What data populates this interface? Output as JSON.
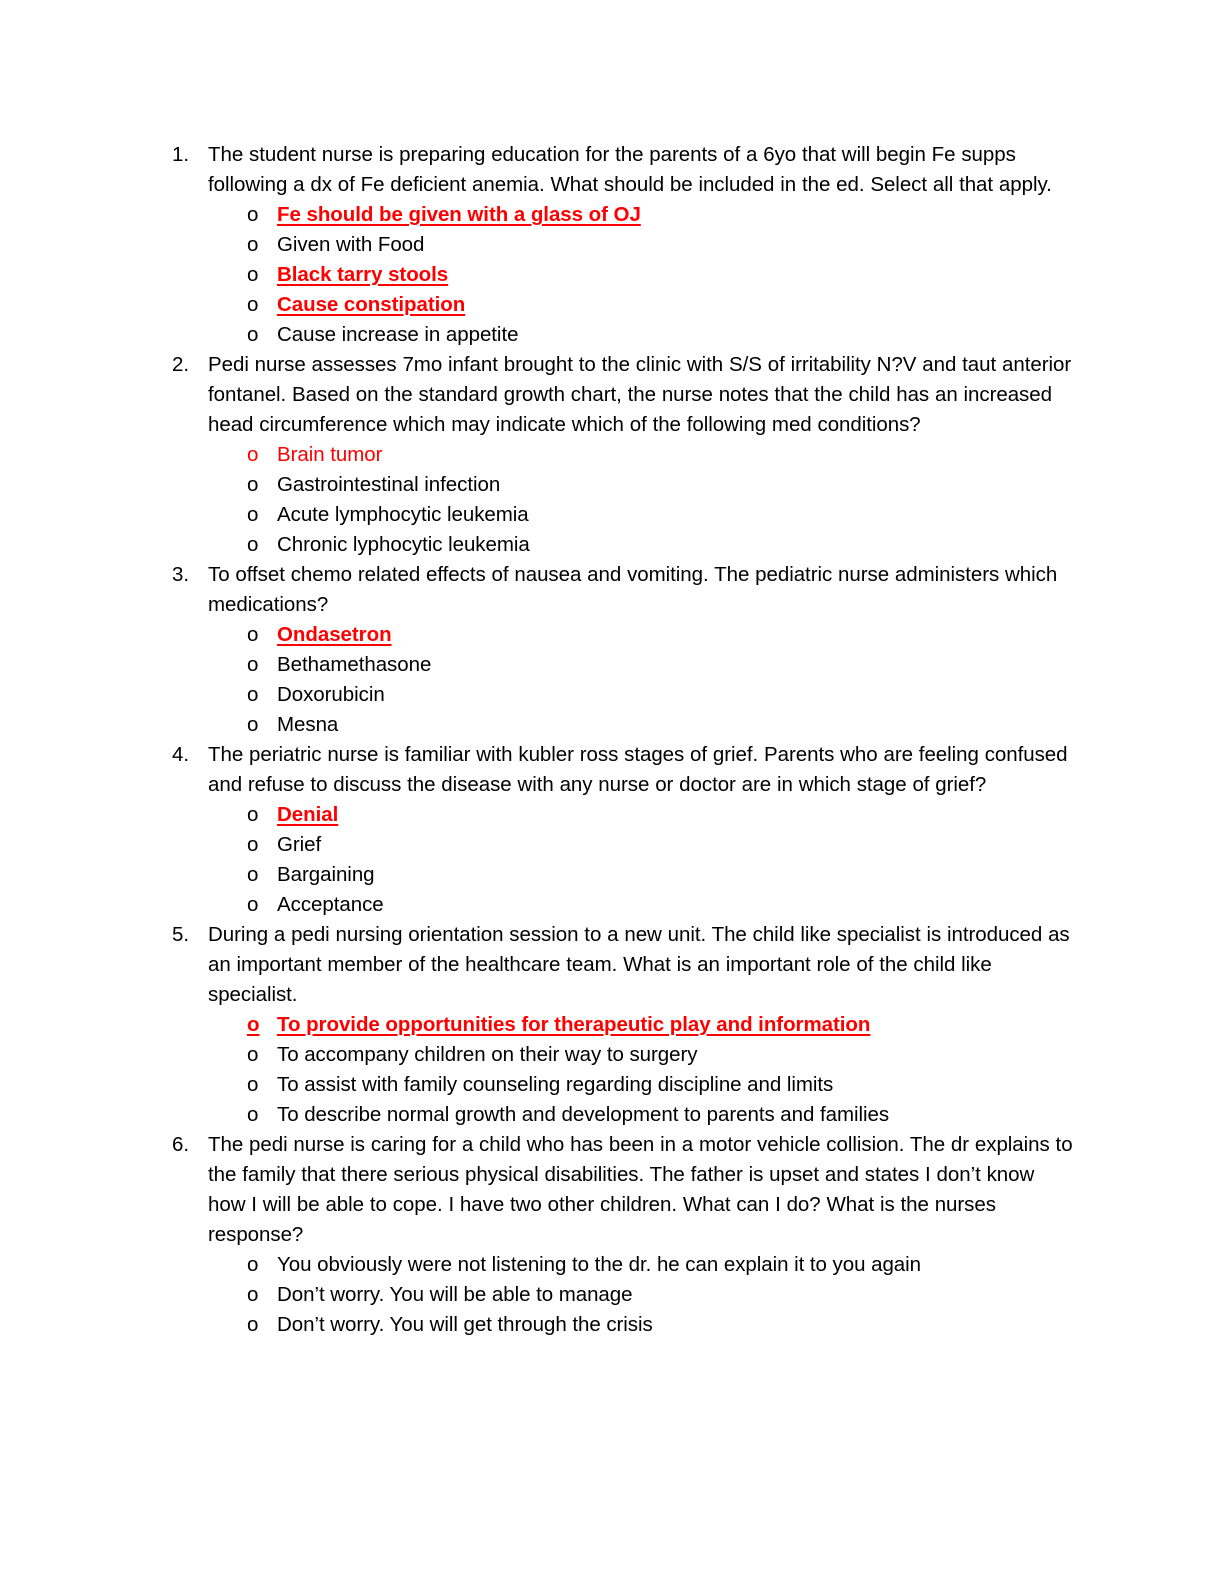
{
  "document": {
    "type": "quiz-worksheet",
    "background_color": "#FFFFFF",
    "text_color": "#000000",
    "answer_color": "#FF0000",
    "bullet_glyph": "o"
  },
  "questions": [
    {
      "number": "1.",
      "text": "The student nurse is preparing education for the parents of a 6yo that will begin Fe supps following a dx of Fe deficient anemia. What should be included in the ed. Select all that apply.",
      "options": [
        {
          "bullet": "o",
          "text": "Fe should be given with a glass of OJ",
          "style": "correct"
        },
        {
          "bullet": "o",
          "text": "Given with Food",
          "style": "normal"
        },
        {
          "bullet": "o",
          "text": "Black tarry stools",
          "style": "correct"
        },
        {
          "bullet": "o",
          "text": "Cause constipation",
          "style": "correct"
        },
        {
          "bullet": "o",
          "text": "Cause increase in appetite",
          "style": "normal"
        }
      ]
    },
    {
      "number": "2.",
      "text": "Pedi nurse assesses 7mo infant brought to the clinic with S/S of irritability N?V and taut anterior fontanel. Based on the standard growth chart, the nurse notes that the child has an increased head circumference which may indicate which of the following med conditions?",
      "options": [
        {
          "bullet": "o",
          "text": "Brain tumor",
          "style": "correct-plain"
        },
        {
          "bullet": "o",
          "text": "Gastrointestinal infection",
          "style": "normal"
        },
        {
          "bullet": "o",
          "text": "Acute lymphocytic leukemia",
          "style": "normal"
        },
        {
          "bullet": "o",
          "text": "Chronic lyphocytic leukemia",
          "style": "normal"
        }
      ]
    },
    {
      "number": "3.",
      "text": "To offset chemo related effects of nausea and vomiting. The pediatric nurse administers which medications?",
      "options": [
        {
          "bullet": "o",
          "text": "Ondasetron",
          "style": "correct"
        },
        {
          "bullet": "o",
          "text": "Bethamethasone",
          "style": "normal"
        },
        {
          "bullet": "o",
          "text": "Doxorubicin",
          "style": "normal"
        },
        {
          "bullet": "o",
          "text": "Mesna",
          "style": "normal"
        }
      ]
    },
    {
      "number": "4.",
      "text": "The periatric nurse is familiar with kubler ross stages of grief. Parents who are feeling confused and refuse to discuss the disease with any nurse or doctor are in which stage of grief?",
      "options": [
        {
          "bullet": "o",
          "text": "Denial",
          "style": "correct"
        },
        {
          "bullet": "o",
          "text": "Grief",
          "style": "normal"
        },
        {
          "bullet": "o",
          "text": "Bargaining",
          "style": "normal"
        },
        {
          "bullet": "o",
          "text": "Acceptance",
          "style": "normal"
        }
      ]
    },
    {
      "number": "5.",
      "text": "During a pedi nursing orientation session to a new unit. The child like specialist is introduced as an important member of the healthcare team. What is an important role of the child like specialist.",
      "options": [
        {
          "bullet": "o",
          "text": "To provide opportunities for therapeutic play and information",
          "style": "correct-full"
        },
        {
          "bullet": "o",
          "text": "To accompany children on their way to surgery",
          "style": "normal"
        },
        {
          "bullet": "o",
          "text": "To assist with family counseling regarding discipline and limits",
          "style": "normal"
        },
        {
          "bullet": "o",
          "text": "To describe normal growth and development to parents and families",
          "style": "normal"
        }
      ]
    },
    {
      "number": "6.",
      "text": "The pedi nurse is caring for a child who has been in a motor vehicle collision. The dr explains to the family that there serious physical disabilities. The father is upset and states I don’t know how I will be able to cope. I have two other children. What can I do? What is the nurses response?",
      "options": [
        {
          "bullet": "o",
          "text": "You obviously were not listening to the dr. he can explain it to you again",
          "style": "normal"
        },
        {
          "bullet": "o",
          "text": "Don’t worry. You will be able to manage",
          "style": "normal"
        },
        {
          "bullet": "o",
          "text": "Don’t worry. You will get through the crisis",
          "style": "normal"
        }
      ]
    }
  ]
}
